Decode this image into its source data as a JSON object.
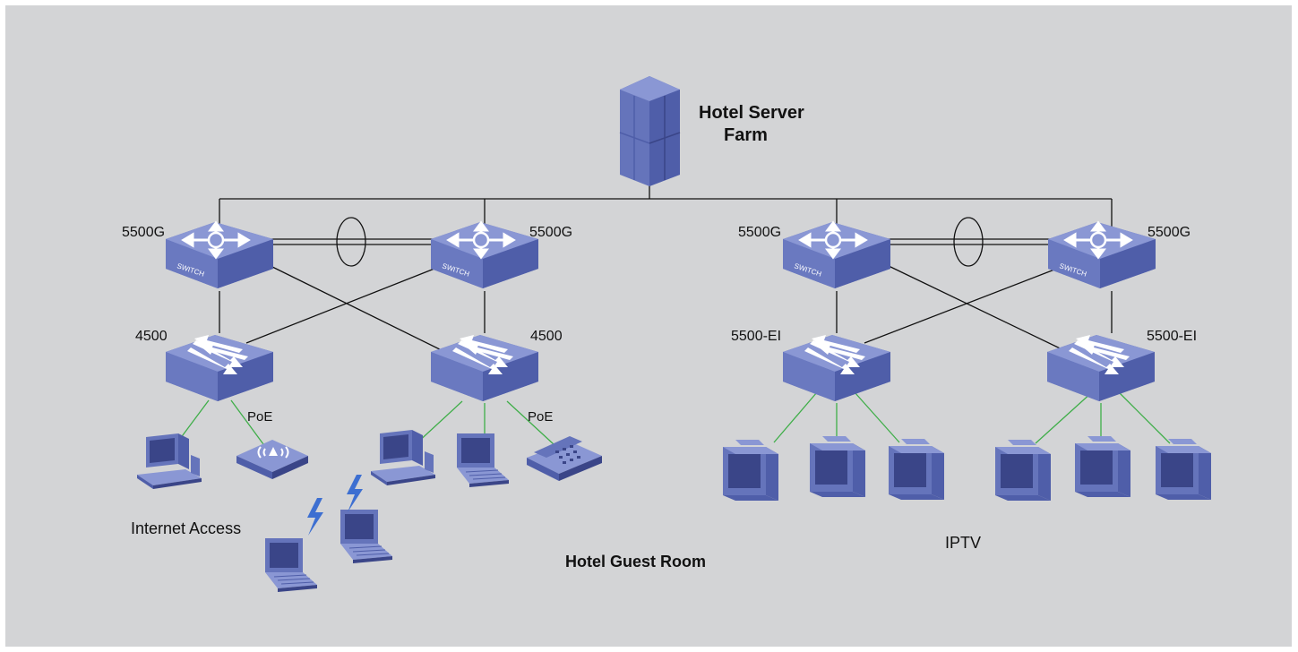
{
  "server_farm": {
    "label_line1": "Hotel Server",
    "label_line2": "Farm"
  },
  "core_switches": [
    {
      "label": "5500G",
      "badge": "SWITCH"
    },
    {
      "label": "5500G",
      "badge": "SWITCH"
    },
    {
      "label": "5500G",
      "badge": "SWITCH"
    },
    {
      "label": "5500G",
      "badge": "SWITCH"
    }
  ],
  "access_switches": [
    {
      "label": "4500"
    },
    {
      "label": "4500"
    },
    {
      "label": "5500-EI"
    },
    {
      "label": "5500-EI"
    }
  ],
  "poe_labels": [
    "PoE",
    "PoE"
  ],
  "captions": {
    "internet_access": "Internet Access",
    "guest_room": "Hotel Guest Room",
    "iptv": "IPTV"
  },
  "colors": {
    "background": "#d3d4d6",
    "device_top": "#8a97d4",
    "device_side": "#4f5ea9",
    "device_front": "#6574bb",
    "link": "#111111",
    "access_link": "#3fae49",
    "wireless": "#3d6fd1"
  }
}
